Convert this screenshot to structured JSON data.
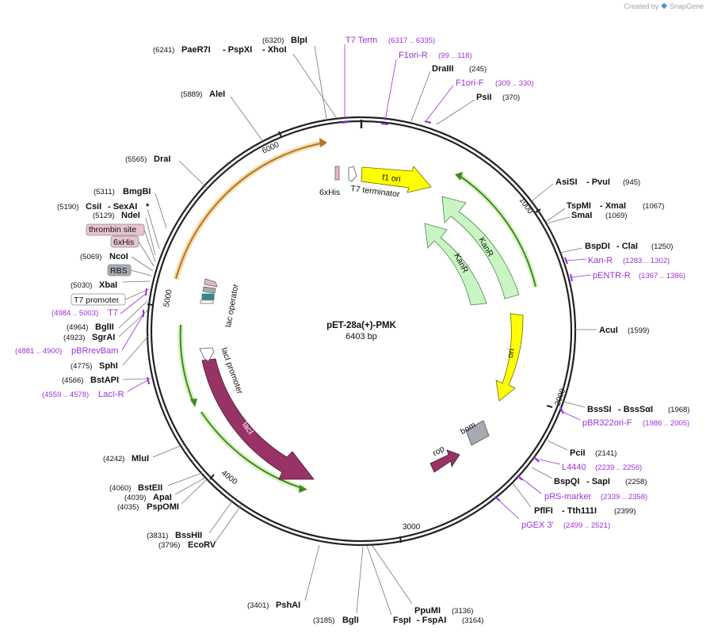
{
  "app": {
    "brand": "Created by",
    "brand_name": "SnapGene"
  },
  "plasmid": {
    "name": "pET-28a(+)-PMK",
    "length_label": "6403 bp"
  },
  "ticks": [
    "1000",
    "2000",
    "3000",
    "4000",
    "5000",
    "6000"
  ],
  "features": {
    "f1_ori": "f1 ori",
    "t7_terminator": "T7 terminator",
    "his6": "6xHis",
    "kanr_1": "KanR",
    "kanr_2": "KanR",
    "ori": "ori",
    "bom": "bom",
    "rop": "rop",
    "laci": "lacI",
    "laci_promoter": "lacI promoter",
    "lac_operator": "lac operator"
  },
  "boxed_labels": {
    "thrombin": "thrombin site",
    "his6": "6xHis",
    "rbs": "RBS",
    "t7_promoter": "T7 promoter"
  },
  "sites_top": [
    {
      "pos": "(6320)",
      "name": "BlpI"
    },
    {
      "pos": "(6241)",
      "name": "PaeR7I",
      "name2": "- PspXI",
      "name3": "- XhoI"
    },
    {
      "pos": "(245)",
      "name": "DraIII"
    },
    {
      "pos": "(370)",
      "name": "PsiI"
    },
    {
      "pos": "(5889)",
      "name": "AleI"
    },
    {
      "pos": "(5565)",
      "name": "DraI"
    }
  ],
  "sites_right": [
    {
      "name": "AsiSI",
      "name2": "- PvuI",
      "pos": "(945)"
    },
    {
      "name": "TspMI",
      "name2": "- XmaI",
      "pos": "(1067)"
    },
    {
      "name": "SmaI",
      "pos": "(1069)"
    },
    {
      "name": "BspDI",
      "name2": "- ClaI",
      "pos": "(1250)"
    },
    {
      "name": "AcuI",
      "pos": "(1599)"
    },
    {
      "name": "BssSI",
      "name2": "- BssSαI",
      "pos": "(1968)"
    },
    {
      "name": "PciI",
      "pos": "(2141)"
    },
    {
      "name": "BspQI",
      "name2": "- SapI",
      "pos": "(2258)"
    },
    {
      "name": "PflFI",
      "name2": "- Tth111I",
      "pos": "(2399)"
    }
  ],
  "sites_left": [
    {
      "pos": "(5311)",
      "name": "BmgBI"
    },
    {
      "pos": "(5190)",
      "name": "CsiI",
      "name2": "- SexAI",
      "star": "*"
    },
    {
      "pos": "(5129)",
      "name": "NdeI"
    },
    {
      "pos": "(5069)",
      "name": "NcoI"
    },
    {
      "pos": "(5030)",
      "name": "XbaI"
    },
    {
      "pos": "(4964)",
      "name": "BglII"
    },
    {
      "pos": "(4923)",
      "name": "SgrAI"
    },
    {
      "pos": "(4775)",
      "name": "SphI"
    },
    {
      "pos": "(4566)",
      "name": "BstAPI"
    },
    {
      "pos": "(4242)",
      "name": "MluI"
    },
    {
      "pos": "(4060)",
      "name": "BstEII"
    },
    {
      "pos": "(4039)",
      "name": "ApaI"
    },
    {
      "pos": "(4035)",
      "name": "PspOMI"
    },
    {
      "pos": "(3831)",
      "name": "BssHII"
    },
    {
      "pos": "(3796)",
      "name": "EcoRV"
    }
  ],
  "sites_bottom": [
    {
      "pos": "(3401)",
      "name": "PshAI"
    },
    {
      "pos": "(3185)",
      "name": "BglI"
    },
    {
      "name": "PpuMI",
      "pos": "(3136)"
    },
    {
      "name": "FspI",
      "name2": "- FspAI",
      "pos": "(3164)"
    }
  ],
  "primers": [
    {
      "name": "T7 Term",
      "pos": "(6317 .. 6335)"
    },
    {
      "name": "F1ori-R",
      "pos": "(99 .. 118)"
    },
    {
      "name": "F1ori-F",
      "pos": "(309 .. 330)"
    },
    {
      "name": "Kan-R",
      "pos": "(1283 .. 1302)"
    },
    {
      "name": "pENTR-R",
      "pos": "(1367 .. 1386)"
    },
    {
      "name": "pBR322ori-F",
      "pos": "(1986 .. 2005)"
    },
    {
      "name": "L4440",
      "pos": "(2239 .. 2256)"
    },
    {
      "name": "pRS-marker",
      "pos": "(2339 .. 2358)"
    },
    {
      "name": "pGEX 3'",
      "pos": "(2499 .. 2521)"
    },
    {
      "name": "T7",
      "pos": "(4984 .. 5003)"
    },
    {
      "name": "pBRrevBam",
      "pos": "(4881 .. 4900)"
    },
    {
      "name": "LacI-R",
      "pos": "(4559 .. 4578)"
    }
  ],
  "colors": {
    "backbone": "#222222",
    "primer": "#9b30d9",
    "f1_ori": "#ffff00",
    "ori": "#ffff00",
    "kanr": "#c9f5c4",
    "laci": "#993366",
    "rop": "#993366",
    "bom": "#a6aab2",
    "thrombin": "#e8c4d0",
    "rbs": "#a6aab2",
    "lac_operator": "#2e8b8b",
    "orf_orange": "#f0a830",
    "orf_green": "#66bb33"
  }
}
